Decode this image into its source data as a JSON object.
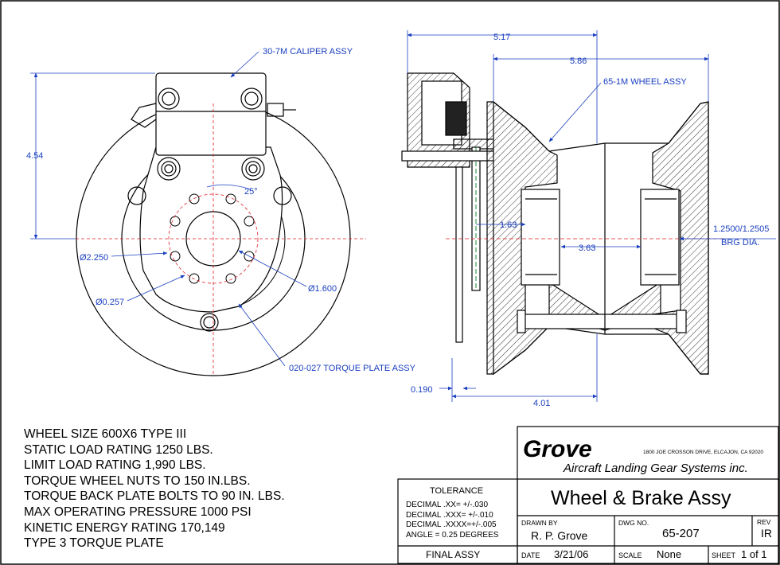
{
  "callouts": {
    "caliper": "30-7M CALIPER ASSY",
    "wheel": "65-1M WHEEL ASSY",
    "torque_plate": "020-027 TORQUE PLATE ASSY"
  },
  "dimensions": {
    "height_454": "4.54",
    "angle_25": "25°",
    "dia_2250": "Ø2.250",
    "dia_1600": "Ø1.600",
    "dia_0257": "Ø0.257",
    "width_517": "5.17",
    "width_586": "5.86",
    "dim_163": "1.63",
    "dim_363": "3.63",
    "brg_dia_1": "1.2500/1.2505",
    "brg_dia_2": "BRG DIA.",
    "dim_0190": "0.190",
    "dim_401": "4.01"
  },
  "notes": [
    "WHEEL SIZE 600X6 TYPE III",
    "STATIC LOAD RATING 1250 LBS.",
    "LIMIT LOAD RATING 1,990 LBS.",
    "TORQUE WHEEL NUTS TO 150 IN.LBS.",
    "TORQUE BACK PLATE BOLTS TO 90 IN. LBS.",
    "MAX OPERATING PRESSURE 1000 PSI",
    "KINETIC ENERGY RATING 170,149",
    "TYPE 3 TORQUE PLATE"
  ],
  "title_block": {
    "company": "Grove",
    "address": "1800 JOE CROSSON DRIVE, ELCAJON, CA 92020",
    "tagline": "Aircraft Landing Gear Systems inc.",
    "title": "Wheel & Brake Assy",
    "tolerance_header": "TOLERANCE",
    "tol_lines": [
      "DECIMAL  .XX=  +/-.030",
      "DECIMAL .XXX= +/-.010",
      "DECIMAL .XXXX=+/-.005",
      "ANGLE = 0.25 DEGREES"
    ],
    "final_assy": "FINAL ASSY",
    "drawn_by_label": "DRAWN  BY",
    "drawn_by": "R. P. Grove",
    "dwg_no_label": "DWG  NO.",
    "dwg_no": "65-207",
    "rev_label": "REV",
    "rev": "IR",
    "date_label": "DATE",
    "date": "3/21/06",
    "scale_label": "SCALE",
    "scale": "None",
    "sheet_label": "SHEET",
    "sheet": "1 of 1"
  }
}
